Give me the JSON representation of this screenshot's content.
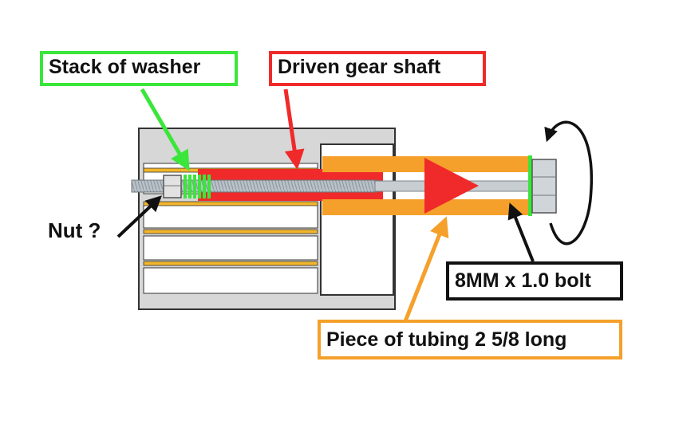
{
  "labels": {
    "stack_of_washer": "Stack of washer",
    "driven_gear_shaft": "Driven gear shaft",
    "nut": "Nut ?",
    "bolt": "8MM x 1.0 bolt",
    "tubing": "Piece of tubing 2 5/8 long"
  },
  "colors": {
    "washer": "#3ae63a",
    "shaft": "#f02a2a",
    "tubing": "#f5a02a",
    "bolt": "#111111",
    "housing": "#d7d7d7",
    "bearing": "#f2b62c"
  }
}
